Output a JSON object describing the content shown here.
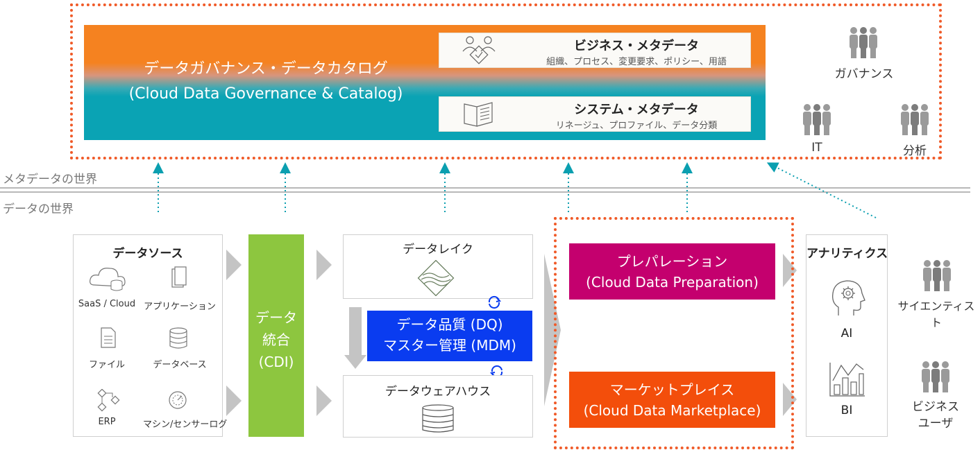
{
  "governance": {
    "title_line1": "データガバナンス・データカタログ",
    "title_line2": "(Cloud Data Governance & Catalog)",
    "business_meta": {
      "title": "ビジネス・メタデータ",
      "sub": "組織、プロセス、変更要求、ポリシー、用語"
    },
    "system_meta": {
      "title": "システム・メタデータ",
      "sub": "リネージュ、プロファイル、データ分類"
    },
    "roles": {
      "governance": "ガバナンス",
      "it": "IT",
      "analysis": "分析"
    }
  },
  "worlds": {
    "metadata": "メタデータの世界",
    "data": "データの世界"
  },
  "sources": {
    "title": "データソース",
    "items": [
      "SaaS / Cloud",
      "アプリケーション",
      "ファイル",
      "データベース",
      "ERP",
      "マシン/センサーログ"
    ]
  },
  "cdi": {
    "line1": "データ",
    "line2": "統合",
    "line3": "(CDI)"
  },
  "lake": {
    "title": "データレイク"
  },
  "dq": {
    "line1": "データ品質 (DQ)",
    "line2": "マスター管理 (MDM)"
  },
  "warehouse": {
    "title": "データウェアハウス"
  },
  "prep": {
    "line1": "プレパレーション",
    "line2": "(Cloud Data Preparation)"
  },
  "market": {
    "line1": "マーケットプレイス",
    "line2": "(Cloud Data Marketplace)"
  },
  "analytics": {
    "title": "アナリティクス",
    "ai": "AI",
    "bi": "BI"
  },
  "users": {
    "scientist": "サイエンティスト",
    "business_line1": "ビジネス",
    "business_line2": "ユーザ"
  },
  "colors": {
    "orange": "#f58220",
    "teal": "#0aa3b4",
    "green": "#8dc63f",
    "blue": "#0a3cf0",
    "magenta": "#c4006e",
    "red_orange": "#f34e0b",
    "dotted": "#f05a28"
  }
}
